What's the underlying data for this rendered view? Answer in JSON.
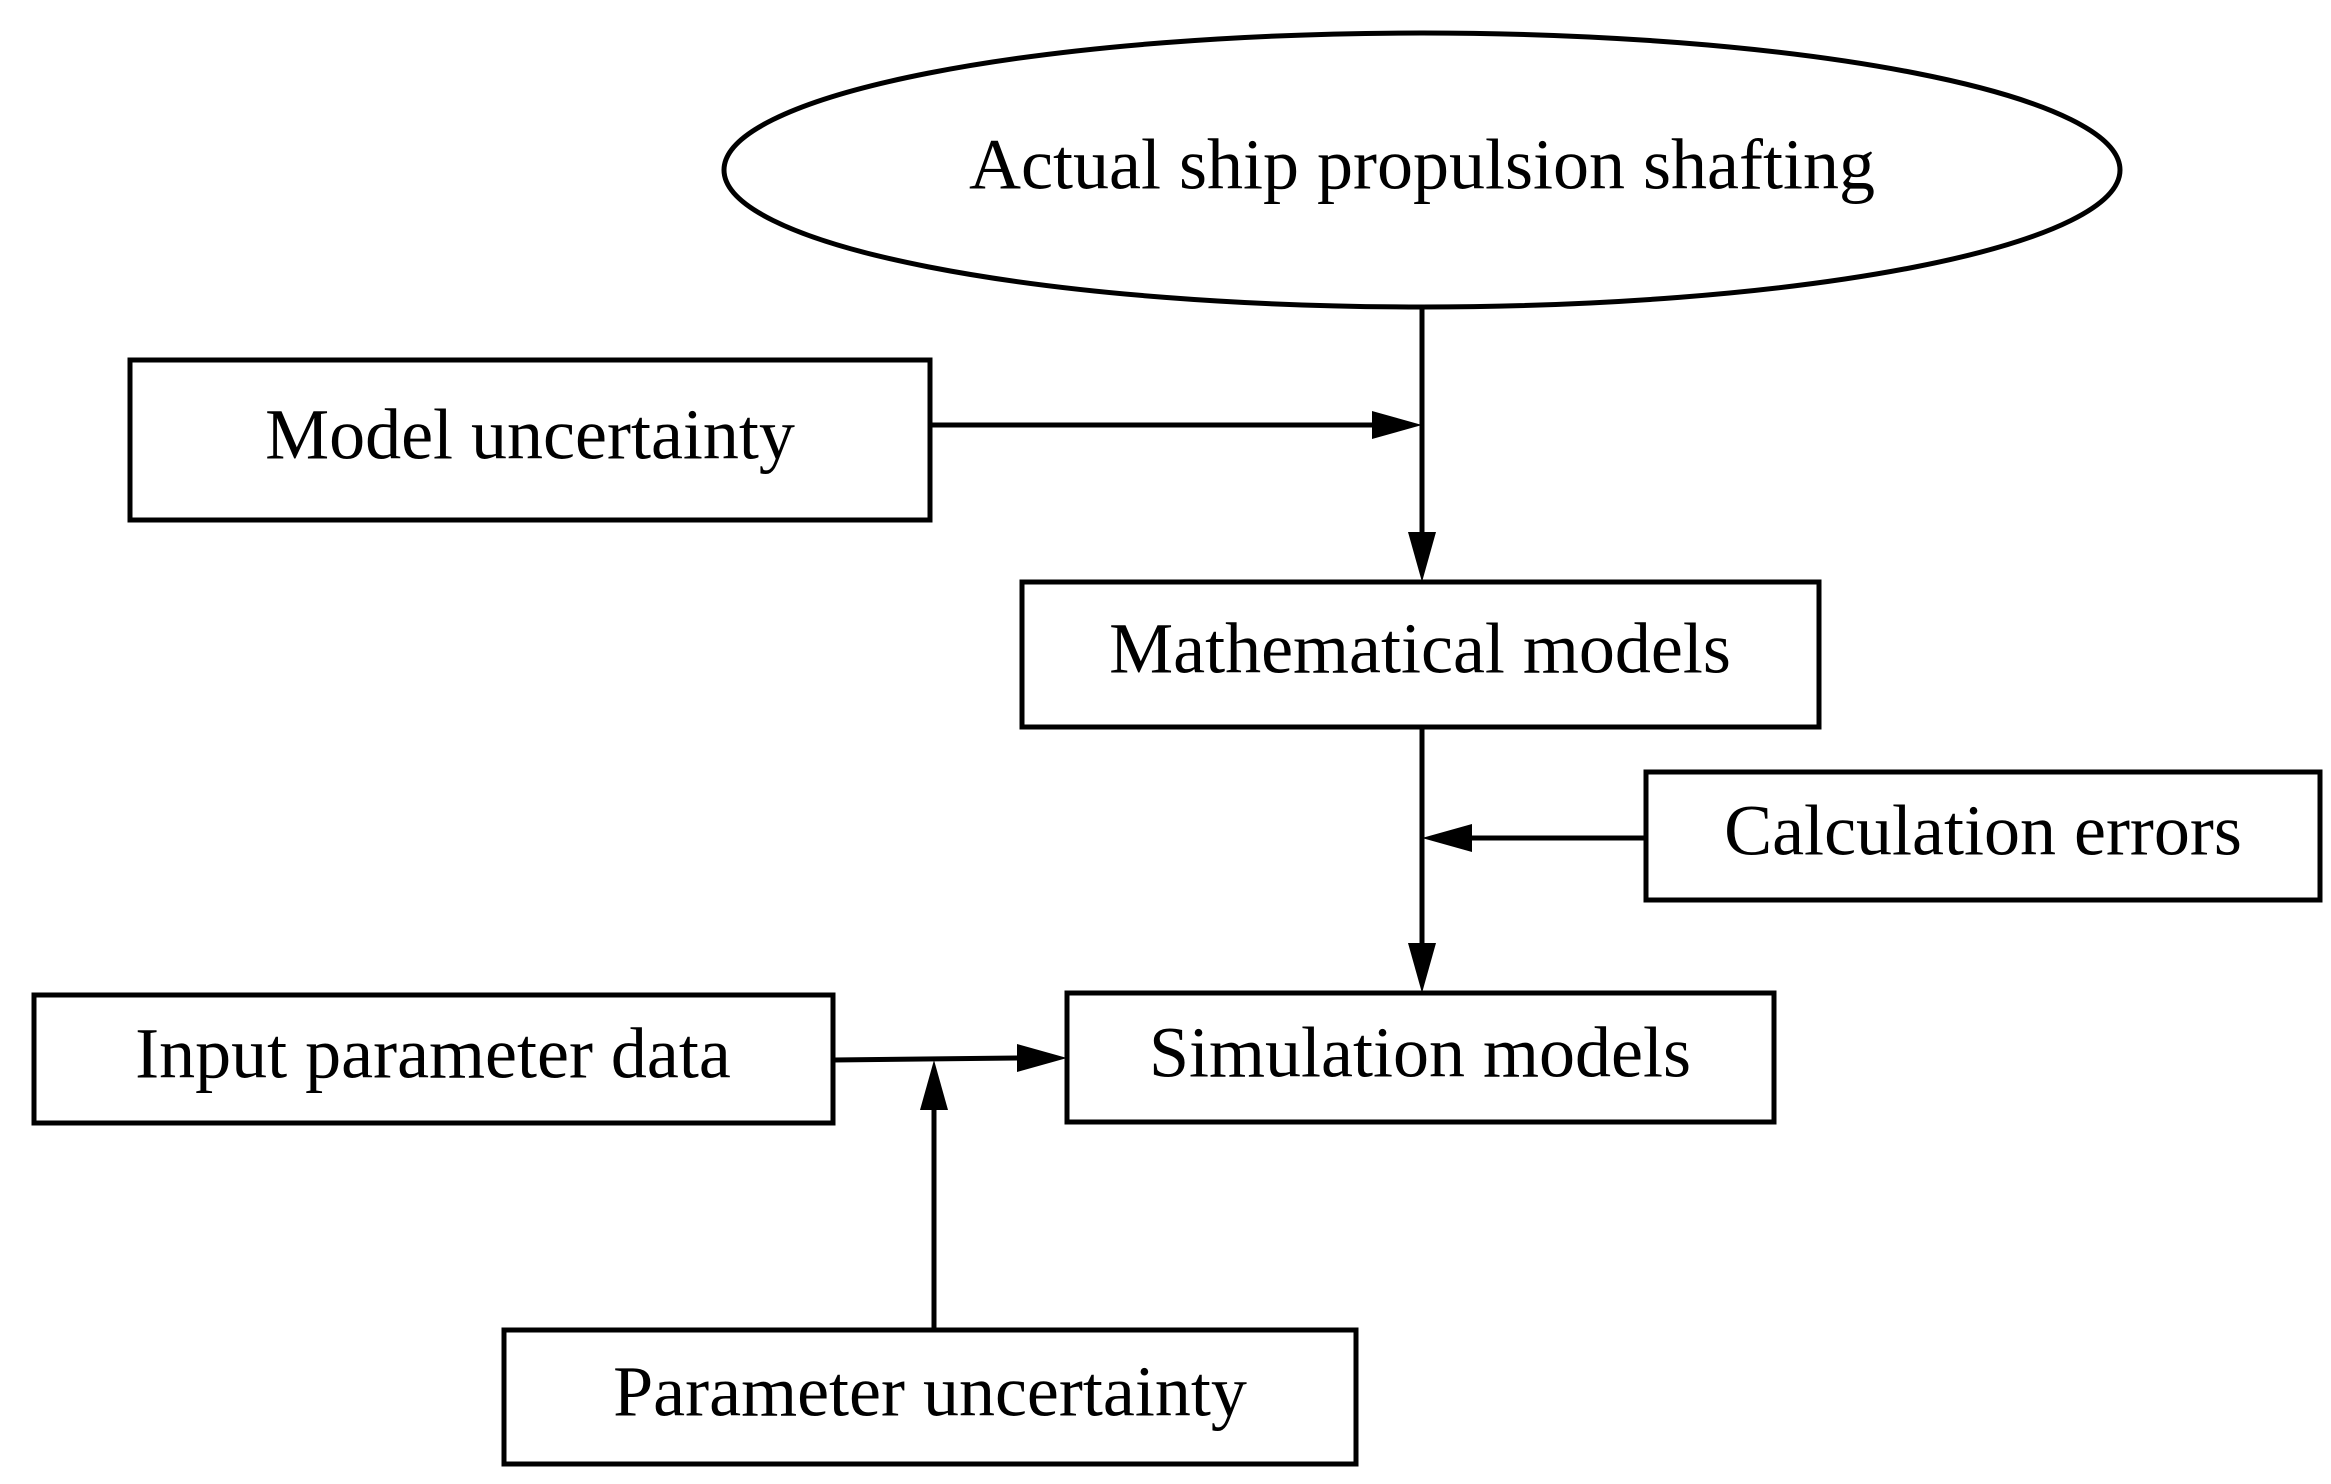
{
  "nodes": {
    "actual_ship": {
      "label": "Actual ship propulsion shafting",
      "shape": "ellipse"
    },
    "model_uncertainty": {
      "label": "Model uncertainty",
      "shape": "rectangle"
    },
    "mathematical_models": {
      "label": "Mathematical models",
      "shape": "rectangle"
    },
    "calculation_errors": {
      "label": "Calculation errors",
      "shape": "rectangle"
    },
    "input_parameter_data": {
      "label": "Input parameter data",
      "shape": "rectangle"
    },
    "simulation_models": {
      "label": "Simulation models",
      "shape": "rectangle"
    },
    "parameter_uncertainty": {
      "label": "Parameter uncertainty",
      "shape": "rectangle"
    }
  },
  "edges": [
    {
      "from": "actual_ship",
      "to": "mathematical_models"
    },
    {
      "from": "model_uncertainty",
      "to": "edge:actual_ship->mathematical_models"
    },
    {
      "from": "mathematical_models",
      "to": "simulation_models"
    },
    {
      "from": "calculation_errors",
      "to": "edge:mathematical_models->simulation_models"
    },
    {
      "from": "input_parameter_data",
      "to": "simulation_models"
    },
    {
      "from": "parameter_uncertainty",
      "to": "edge:input_parameter_data->simulation_models"
    }
  ],
  "colors": {
    "stroke": "#000000",
    "fill": "#ffffff",
    "text": "#000000"
  }
}
